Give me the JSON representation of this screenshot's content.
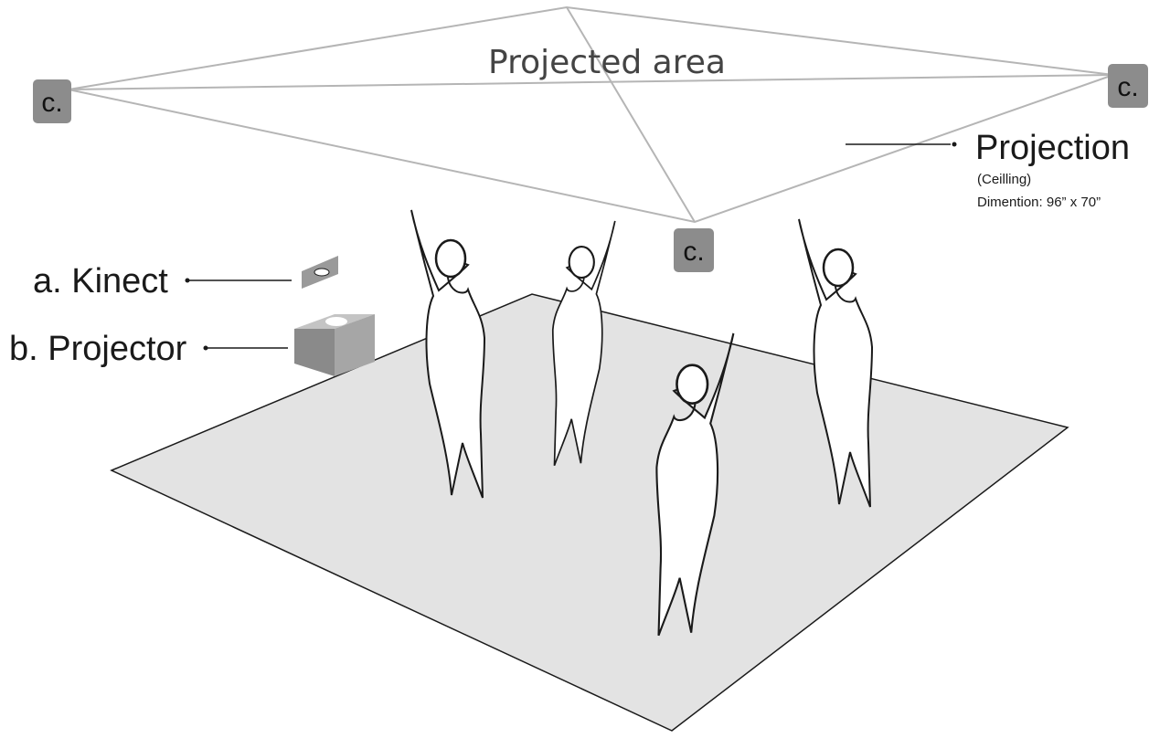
{
  "projected_area": {
    "label": "Projected area"
  },
  "corner_marker": {
    "label": "c."
  },
  "projection": {
    "title": "Projection",
    "subtitle": "(Ceilling)",
    "dimension": "Dimention: 96” x 70”"
  },
  "kinect": {
    "label": "a. Kinect"
  },
  "projector": {
    "label": "b. Projector"
  },
  "colors": {
    "floor": "#e3e3e3",
    "badge": "#8c8c8c",
    "device": "#9a9a9a",
    "line": "#1a1a1a",
    "projection_line": "#b5b5b5"
  },
  "figures": [
    {
      "name": "person-1",
      "icon": "person-arms-raised-icon"
    },
    {
      "name": "person-2",
      "icon": "person-arms-raised-icon"
    },
    {
      "name": "person-3",
      "icon": "person-arms-raised-icon"
    },
    {
      "name": "person-4",
      "icon": "person-arms-raised-icon"
    }
  ]
}
